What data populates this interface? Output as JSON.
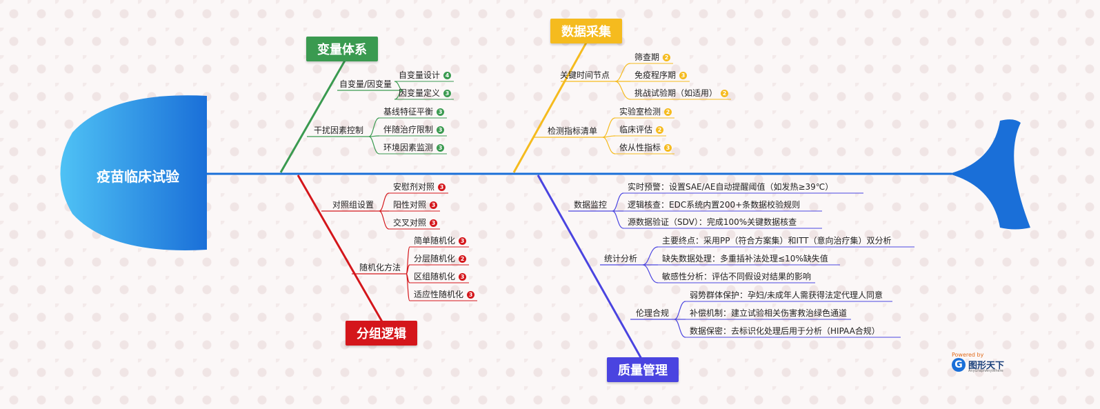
{
  "head": {
    "title": "疫苗临床试验"
  },
  "colors": {
    "spine": "#1a6fd8",
    "green": "#3a9a50",
    "yellow": "#f5bb1e",
    "red": "#d4161b",
    "purple": "#4a44e0"
  },
  "categories": [
    {
      "key": "vars",
      "title": "变量体系",
      "color": "#3a9a50"
    },
    {
      "key": "collect",
      "title": "数据采集",
      "color": "#f5bb1e"
    },
    {
      "key": "group",
      "title": "分组逻辑",
      "color": "#d4161b"
    },
    {
      "key": "quality",
      "title": "质量管理",
      "color": "#4a44e0"
    }
  ],
  "branches": [
    {
      "label": "自变量/因变量",
      "color": "#3a9a50",
      "leaves": [
        {
          "text": "自变量设计",
          "badge": "4"
        },
        {
          "text": "因变量定义",
          "badge": "3"
        }
      ]
    },
    {
      "label": "干扰因素控制",
      "color": "#3a9a50",
      "leaves": [
        {
          "text": "基线特征平衡",
          "badge": "3"
        },
        {
          "text": "伴随治疗限制",
          "badge": "3"
        },
        {
          "text": "环境因素监测",
          "badge": "3"
        }
      ]
    },
    {
      "label": "关键时间节点",
      "color": "#f5bb1e",
      "leaves": [
        {
          "text": "筛查期",
          "badge": "2"
        },
        {
          "text": "免疫程序期",
          "badge": "3"
        },
        {
          "text": "挑战试验期（如适用）",
          "badge": "2"
        }
      ]
    },
    {
      "label": "检测指标清单",
      "color": "#f5bb1e",
      "leaves": [
        {
          "text": "实验室检测",
          "badge": "2"
        },
        {
          "text": "临床评估",
          "badge": "2"
        },
        {
          "text": "依从性指标",
          "badge": "3"
        }
      ]
    },
    {
      "label": "对照组设置",
      "color": "#d4161b",
      "leaves": [
        {
          "text": "安慰剂对照",
          "badge": "3"
        },
        {
          "text": "阳性对照",
          "badge": "3"
        },
        {
          "text": "交叉对照",
          "badge": "3"
        }
      ]
    },
    {
      "label": "随机化方法",
      "color": "#d4161b",
      "leaves": [
        {
          "text": "简单随机化",
          "badge": "3"
        },
        {
          "text": "分层随机化",
          "badge": "2"
        },
        {
          "text": "区组随机化",
          "badge": "3"
        },
        {
          "text": "适应性随机化",
          "badge": "3"
        }
      ]
    },
    {
      "label": "数据监控",
      "color": "#4a44e0",
      "leaves": [
        {
          "text": "实时预警：设置SAE/AE自动提醒阈值（如发热≥39℃）"
        },
        {
          "text": "逻辑核查：EDC系统内置200+条数据校验规则"
        },
        {
          "text": "源数据验证（SDV）：完成100%关键数据核查"
        }
      ]
    },
    {
      "label": "统计分析",
      "color": "#4a44e0",
      "leaves": [
        {
          "text": "主要终点：采用PP（符合方案集）和ITT（意向治疗集）双分析"
        },
        {
          "text": "缺失数据处理：多重插补法处理≤10%缺失值"
        },
        {
          "text": "敏感性分析：评估不同假设对结果的影响"
        }
      ]
    },
    {
      "label": "伦理合规",
      "color": "#4a44e0",
      "leaves": [
        {
          "text": "弱势群体保护：孕妇/未成年人需获得法定代理人同意"
        },
        {
          "text": "补偿机制：建立试验相关伤害救治绿色通道"
        },
        {
          "text": "数据保密：去标识化处理后用于分析（HIPAA合规）"
        }
      ]
    }
  ],
  "logo": {
    "powered": "Powered by",
    "name": "图形天下",
    "sub": "AnyGraphAnyWhere"
  }
}
